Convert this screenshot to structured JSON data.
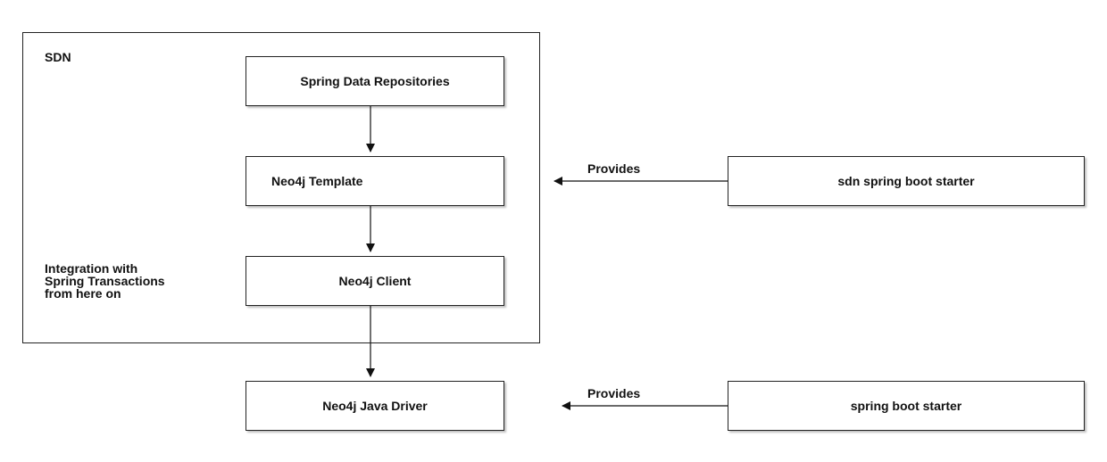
{
  "sdn_label": "SDN",
  "integration_note": [
    "Integration with",
    "Spring Transactions",
    "from here on"
  ],
  "boxes": {
    "spring_data_repositories": "Spring Data Repositories",
    "neo4j_template": "Neo4j Template",
    "neo4j_client": "Neo4j Client",
    "neo4j_java_driver": "Neo4j Java Driver",
    "sdn_spring_boot_starter": "sdn spring boot starter",
    "spring_boot_starter": "spring boot starter"
  },
  "edge_labels": {
    "provides_top": "Provides",
    "provides_bottom": "Provides"
  }
}
